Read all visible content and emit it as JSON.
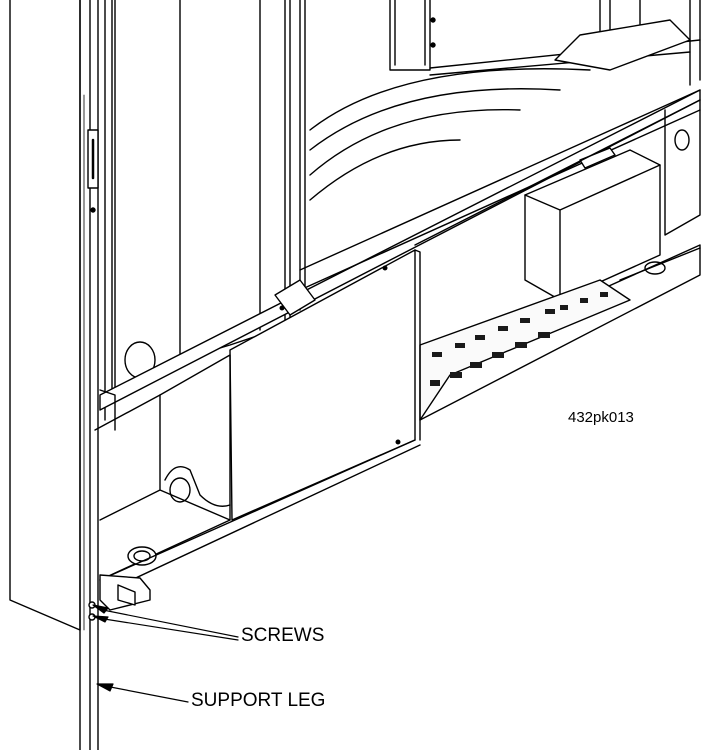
{
  "figure": {
    "code": "432pk013",
    "callouts": {
      "screws": "SCREWS",
      "support_leg": "SUPPORT LEG"
    },
    "line_color": "#000000",
    "fill_light": "#ffffff",
    "fill_shade": "#efefef",
    "fill_dark": "#1a1a1a"
  }
}
